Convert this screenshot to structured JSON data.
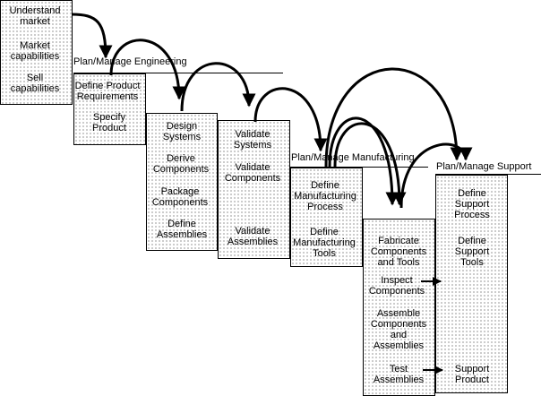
{
  "market": {
    "items": [
      "Understand\nmarket",
      "Market\ncapabilities",
      "Sell\ncapabilities"
    ]
  },
  "engineering": {
    "header": "Plan/Manage Engineering",
    "product": [
      "Define Product\nRequirements",
      "Specify\nProduct"
    ],
    "design": [
      "Design\nSystems",
      "Derive\nComponents",
      "Package\nComponents",
      "Define\nAssemblies"
    ],
    "validate": [
      "Validate\nSystems",
      "Validate\nComponents",
      "Validate\nAssemblies"
    ]
  },
  "manufacturing": {
    "header": "Plan/Manage Manufacturing",
    "define": [
      "Define\nManufacturing\nProcess",
      "Define\nManufacturing\nTools"
    ],
    "fabricate": [
      "Fabricate\nComponents\nand Tools",
      "Inspect\nComponents",
      "Assemble\nComponents\nand\nAssemblies",
      "Test\nAssemblies"
    ]
  },
  "support": {
    "header": "Plan/Manage Support",
    "items": [
      "Define\nSupport\nProcess",
      "Define\nSupport\nTools",
      "Support\nProduct"
    ]
  }
}
